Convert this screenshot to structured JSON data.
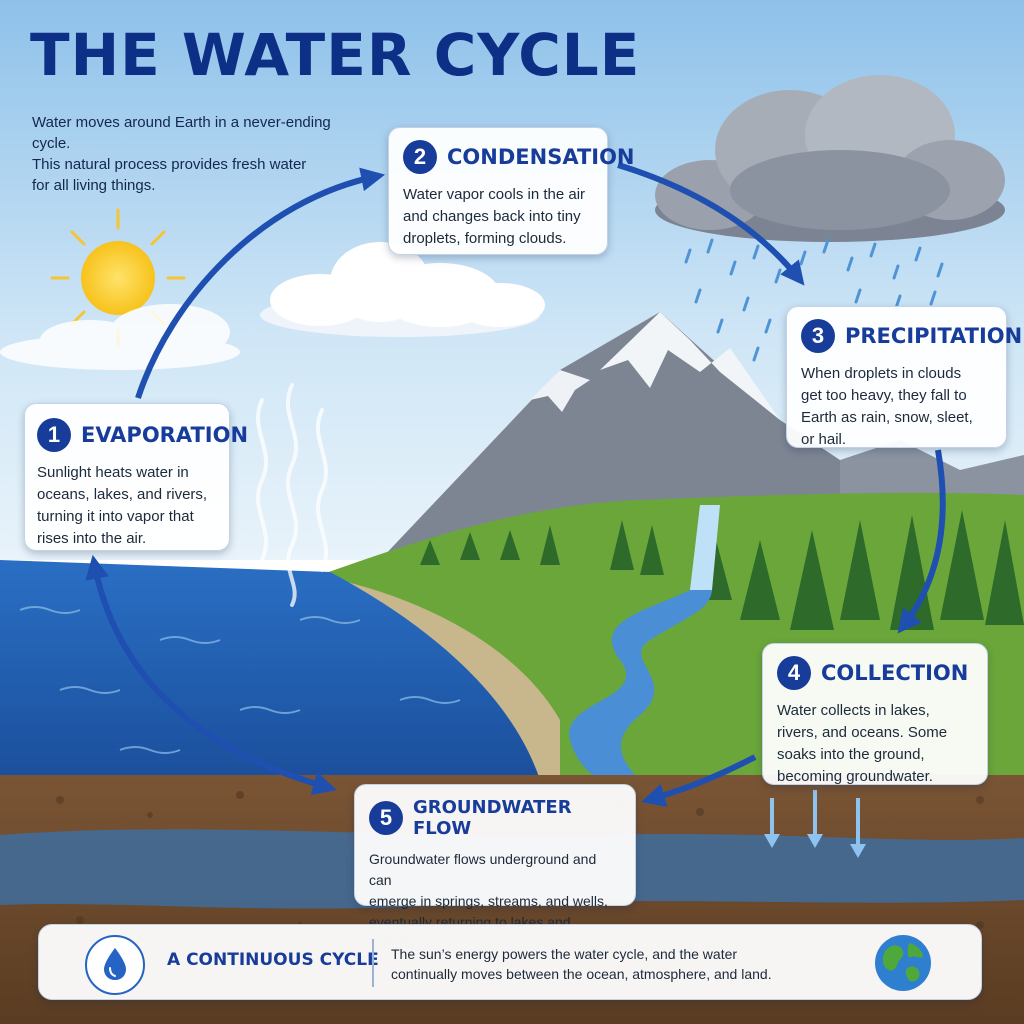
{
  "title": "THE WATER CYCLE",
  "intro": [
    "Water moves around Earth in a never-ending cycle.",
    "This natural process provides fresh water",
    "for all living things."
  ],
  "steps": [
    {
      "number": "1",
      "title": "EVAPORATION",
      "lines": [
        "Sunlight heats water in",
        "oceans, lakes, and rivers,",
        "turning it into vapor that",
        "rises into the air."
      ]
    },
    {
      "number": "2",
      "title": "CONDENSATION",
      "lines": [
        "Water vapor cools in the air",
        "and changes back into tiny",
        "droplets, forming clouds."
      ]
    },
    {
      "number": "3",
      "title": "PRECIPITATION",
      "lines": [
        "When droplets in clouds",
        "get too heavy, they fall to",
        "Earth as rain, snow, sleet,",
        "or hail."
      ]
    },
    {
      "number": "4",
      "title": "COLLECTION",
      "lines": [
        "Water collects in lakes,",
        "rivers, and oceans. Some",
        "soaks into the ground,",
        "becoming groundwater."
      ]
    },
    {
      "number": "5",
      "title": "GROUNDWATER FLOW",
      "lines": [
        "Groundwater flows underground and can",
        "emerge in springs, streams, and wells,",
        "eventually returning to lakes and oceans."
      ]
    }
  ],
  "footer": {
    "title": "A CONTINUOUS CYCLE",
    "lines": [
      "The sun’s energy powers the water cycle, and the water",
      "continually moves between the ocean, atmosphere, and land."
    ],
    "icons": [
      "water-drop-icon",
      "globe-icon"
    ]
  },
  "colors": {
    "title_navy": "#0e2f86",
    "accent_blue": "#173c9a",
    "arrow_blue": "#1f4fb0",
    "sky_top": "#8ec1ea",
    "ocean": "#2a6fc4",
    "grass": "#6aa63a",
    "soil": "#6b4a2e"
  }
}
